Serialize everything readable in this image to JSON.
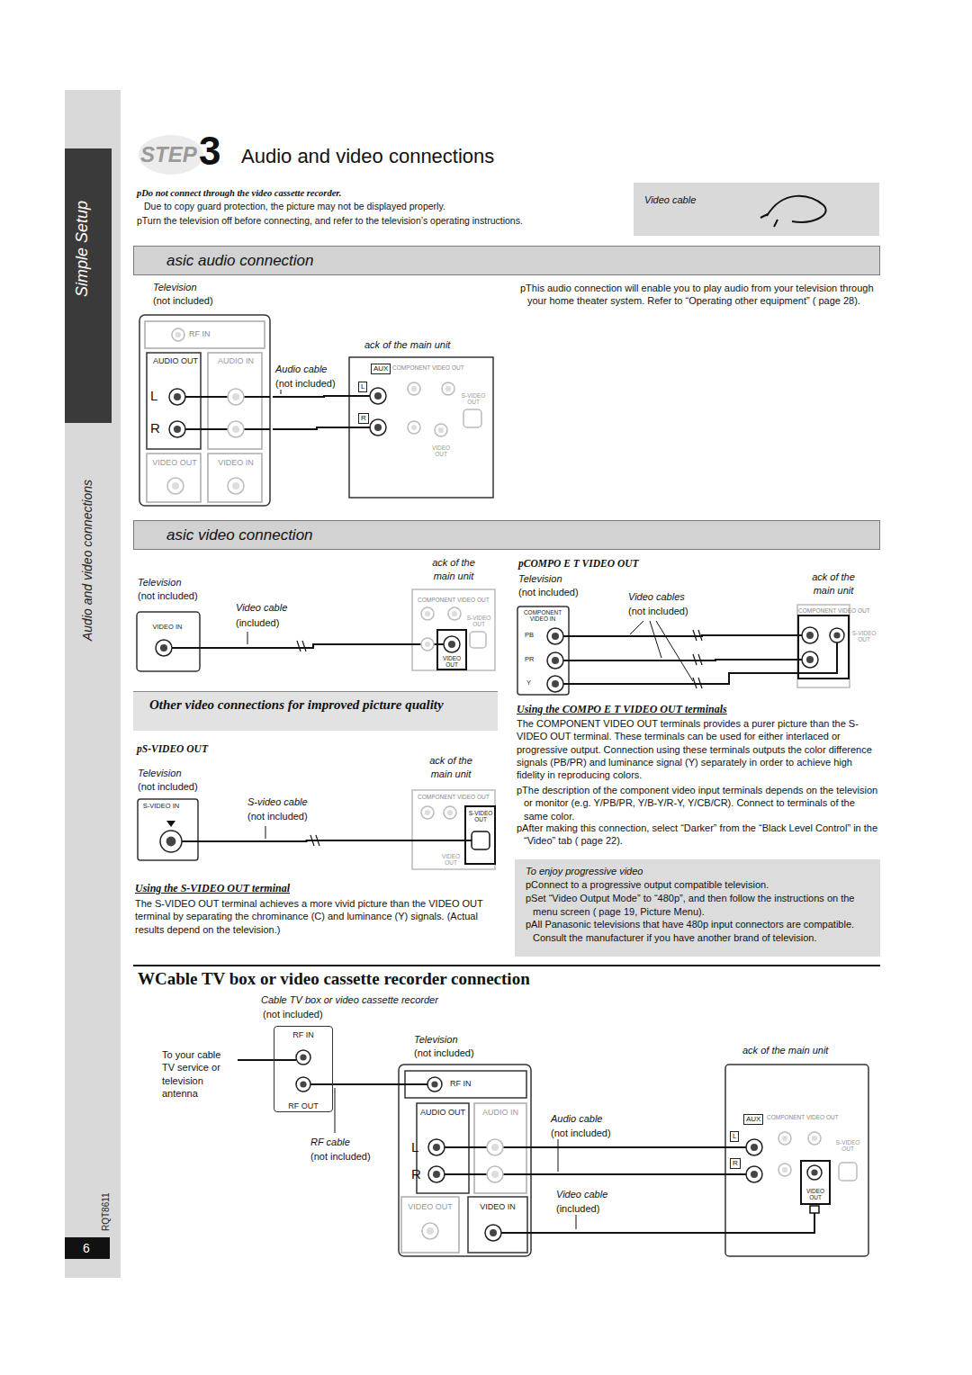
{
  "diagram": {
    "title": "Audio and video connections",
    "nodes": [
      {
        "text": [
          "Video cable"
        ]
      },
      {
        "text": [
          "asic audio connection"
        ]
      },
      {
        "text": [
          "Television",
          "(not included)"
        ]
      },
      {
        "text": [
          "ack of the main unit"
        ]
      },
      {
        "text": [
          "asic video connection"
        ]
      },
      {
        "text": [
          "Television",
          "(not included)"
        ]
      },
      {
        "text": [
          "ack of the main unit"
        ]
      },
      {
        "text": [
          "Other video connections for improved picture quality"
        ]
      },
      {
        "text": [
          "Television",
          "(not included)"
        ]
      },
      {
        "text": [
          "ack of the main unit"
        ]
      },
      {
        "text": [
          "Television",
          "(not included)"
        ]
      },
      {
        "text": [
          "ack of the main unit"
        ]
      },
      {
        "text": [
          "To enjoy progressive video",
          "pConnect to a progressive output compatible television.",
          "pSet “Video Output Mode” to “480p”, and then follow the instructions on the menu screen ( page 19, Picture Menu).",
          "pAll Panasonic televisions that have 480p input connectors are compatible. Consult the manufacturer if you have another brand of television."
        ]
      },
      {
        "text": [
          "RF IN",
          "RF OUT"
        ]
      },
      {
        "text": [
          "Television",
          "(not included)"
        ]
      },
      {
        "text": [
          "ack of the main unit"
        ]
      }
    ],
    "edges": [
      {
        "from": 2,
        "to": 3,
        "arrow": "none"
      },
      {
        "from": 5,
        "to": 6,
        "arrow": "none"
      },
      {
        "from": 10,
        "to": 11,
        "arrow": "none"
      },
      {
        "from": 8,
        "to": 9,
        "arrow": "none"
      },
      {
        "from": 13,
        "to": 14,
        "arrow": "none"
      },
      {
        "from": 14,
        "to": 15,
        "arrow": "none"
      },
      {
        "from": 14,
        "to": 15,
        "arrow": "none"
      }
    ],
    "labels": [
      "Simple Setup",
      "Audio and video connections",
      "RQT8611",
      "6",
      "STEP",
      "3",
      "pDo not connect through the video cassette recorder.",
      "Due to copy guard protection, the picture may not be displayed properly.",
      "pTurn the television off before connecting, and refer to the television’s operating instructions.",
      "RF IN",
      "AUDIO OUT",
      "AUDIO IN",
      "L",
      "R",
      "VIDEO OUT",
      "VIDEO IN",
      "Audio cable",
      "(not included)",
      "AUX",
      "COMPONENT VIDEO OUT",
      "L",
      "R",
      "S-VIDEO OUT",
      "VIDEO OUT",
      "pThis audio connection will enable you to play audio from your television through your home theater system. Refer to “Operating other equipment” ( page 28).",
      "VIDEO IN",
      "Video cable",
      "(included)",
      "COMPONENT VIDEO OUT",
      "S-VIDEO OUT",
      "VIDEO OUT",
      "pCOMPO E T VIDEO OUT",
      "COMPONENT VIDEO IN",
      "PB",
      "PR",
      "Y",
      "Video cables",
      "(not included)",
      "COMPONENT VIDEO OUT",
      "S-VIDEO OUT",
      "pS-VIDEO OUT",
      "S-VIDEO IN",
      "S-video cable",
      "(not included)",
      "COMPONENT VIDEO OUT",
      "S-VIDEO OUT",
      "VIDEO OUT",
      "Using the S-VIDEO OUT terminal",
      "The S-VIDEO OUT terminal achieves a more vivid picture than the VIDEO OUT terminal by separating the chrominance (C) and luminance (Y) signals. (Actual results depend on the television.)",
      "Using the COMPO E T VIDEO OUT terminals",
      "The COMPONENT VIDEO OUT terminals provides a purer picture than the S-VIDEO OUT terminal. These terminals can be used for either interlaced or progressive output. Connection using these terminals outputs the color difference signals (PB/PR) and luminance signal (Y) separately in order to achieve high fidelity in reproducing colors.",
      "pThe description of the component video input terminals depends on the television or monitor (e.g. Y/PB/PR, Y/B-Y/R-Y, Y/CB/CR). Connect to terminals of the same color.",
      "pAfter making this connection, select “Darker” from the “Black Level Control” in the “Video” tab ( page 22).",
      "WCable TV box or video cassette recorder connection",
      "Cable TV box or video cassette recorder",
      "(not included)",
      "To your cable TV service or television antenna",
      "RF cable",
      "(not included)",
      "RF IN",
      "AUDIO OUT",
      "AUDIO IN",
      "L",
      "R",
      "VIDEO OUT",
      "VIDEO IN",
      "Audio cable",
      "(not included)",
      "Video cable",
      "(included)",
      "AUX",
      "COMPONENT VIDEO OUT",
      "L",
      "R",
      "S-VIDEO OUT",
      "VIDEO OUT"
    ]
  }
}
